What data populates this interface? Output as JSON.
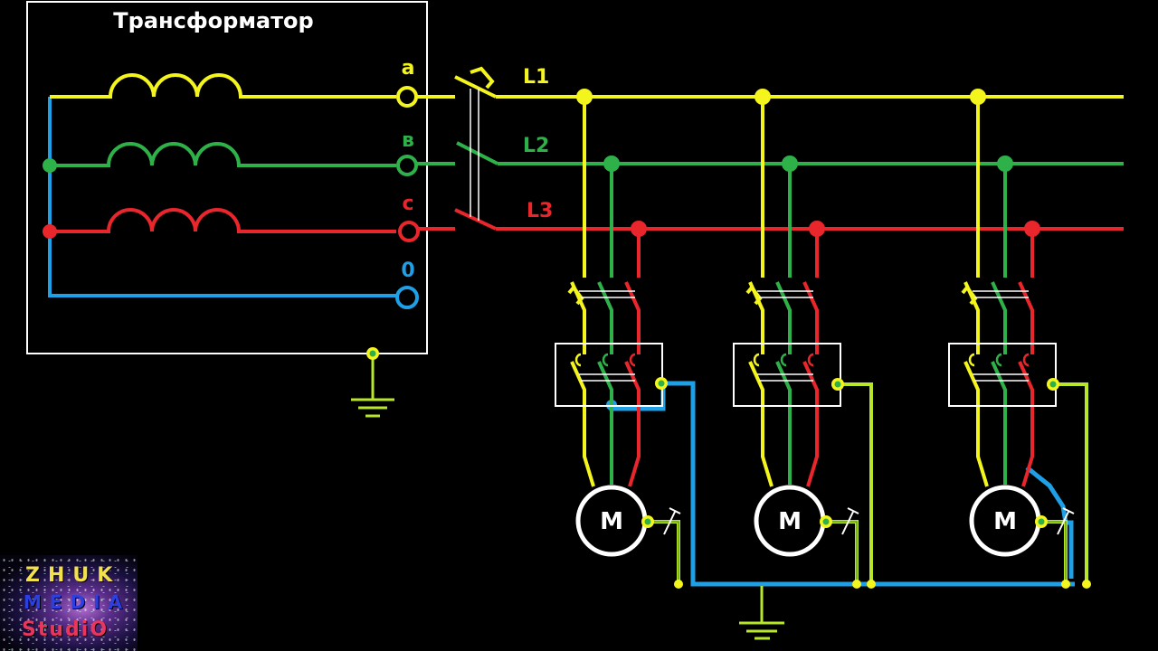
{
  "diagram": {
    "title": "Трансформатор",
    "terminals": [
      {
        "id": "a",
        "label": "a",
        "color": "#f5f51e"
      },
      {
        "id": "b",
        "label": "в",
        "color": "#2fb14a"
      },
      {
        "id": "c",
        "label": "c",
        "color": "#e8262b"
      },
      {
        "id": "n",
        "label": "0",
        "color": "#1e9fe6"
      }
    ],
    "lines": [
      {
        "id": "L1",
        "label": "L1",
        "color": "#f5f51e"
      },
      {
        "id": "L2",
        "label": "L2",
        "color": "#2fb14a"
      },
      {
        "id": "L3",
        "label": "L3",
        "color": "#e8262b"
      }
    ],
    "motors": [
      {
        "label": "M"
      },
      {
        "label": "M"
      },
      {
        "label": "M"
      }
    ],
    "colors": {
      "phase_a": "#f5f51e",
      "phase_b": "#2fb14a",
      "phase_c": "#e8262b",
      "neutral": "#1e9fe6",
      "ground": "#b7e62a",
      "box": "#ffffff",
      "background": "#000000"
    }
  },
  "watermark": {
    "line1": "ZHUK",
    "line2": "MEDIA",
    "line3": "StudiO"
  }
}
